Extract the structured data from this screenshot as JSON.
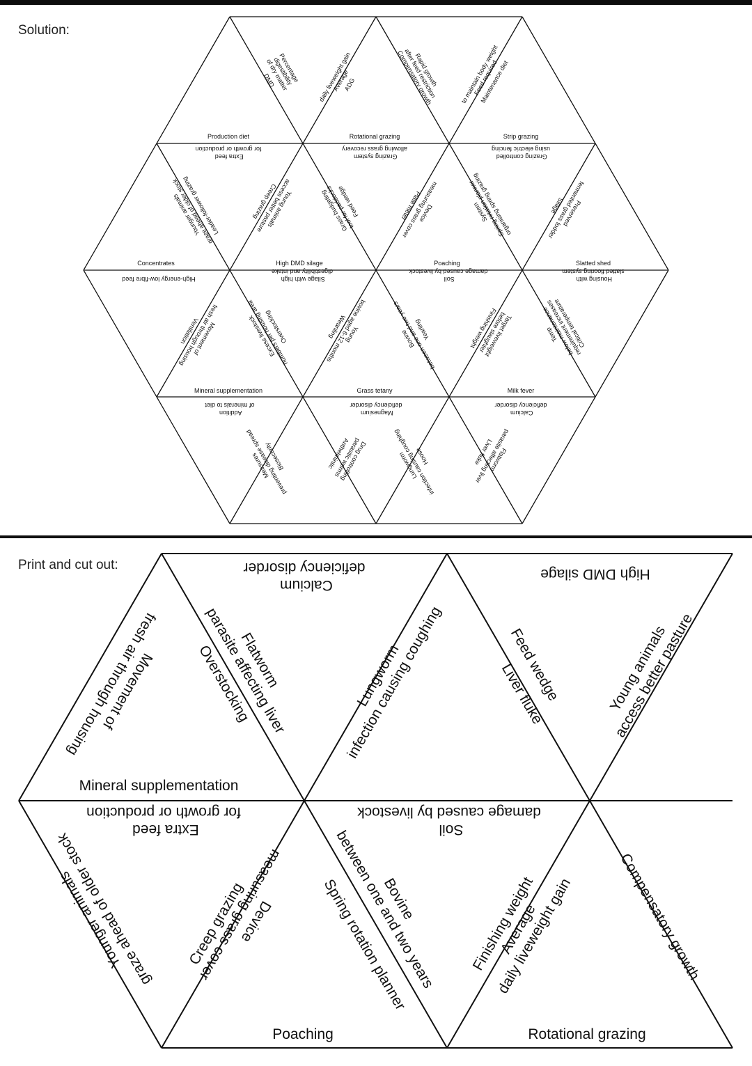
{
  "headings": {
    "solution": "Solution:",
    "cutout": "Print and cut out:"
  },
  "solution": {
    "r1": {
      "dmd": [
        "Percentage",
        "digestibility",
        "of dry matter",
        "DMD"
      ],
      "adg": [
        "daily liveweight gain",
        "Average",
        "ADG"
      ],
      "comp": [
        "Rapid growth",
        "after feed restriction",
        "Compensatory growth"
      ],
      "maint": [
        "to maintain body weight",
        "Feed required",
        "Maintenance diet"
      ],
      "production_diet": "Production diet",
      "rotational_grazing": "Rotational grazing",
      "strip_grazing": "Strip grazing"
    },
    "r2": {
      "extra_feed": [
        "Extra feed",
        "for growth or production"
      ],
      "grazing_system": [
        "Grazing system",
        "allowing grass recovery"
      ],
      "grazing_controlled": [
        "Grazing controlled",
        "using electric fencing"
      ],
      "leader_follower": [
        "Younger animals",
        "graze ahead of older stock",
        "Leader-follower grazing"
      ],
      "creep": [
        "Young animals",
        "access better pasture",
        "Creep grazing"
      ],
      "budget": [
        "Grass budgeting",
        "tool for paddocks",
        "Feed wedge"
      ],
      "plate": [
        "Device",
        "measuring grass cover",
        "Plate meter"
      ],
      "spring": [
        "System",
        "Spring rotation planner",
        "organising spring grazing"
      ],
      "silage": [
        "Preserved",
        "fermented grass fodder",
        "Silage"
      ],
      "concentrates": "Concentrates",
      "high_dmd": "High DMD silage",
      "poaching": "Poaching",
      "slatted": "Slatted shed"
    },
    "r3": {
      "high_energy": "High-energy low-fibre feed",
      "silage_high": [
        "Silage with high",
        "digestibility and intake"
      ],
      "soil_damage": [
        "Soil",
        "damage caused by livestock"
      ],
      "housing_slatted": [
        "Housing with",
        "slatted flooring system"
      ],
      "ventilation": [
        "Movement of",
        "fresh air through housing",
        "Ventilation"
      ],
      "overstocking": [
        "Excess livestock",
        "numbers per housing area",
        "Overstocking"
      ],
      "weanling": [
        "Young",
        "bovine aged 6-12 months",
        "Weanling"
      ],
      "yearling": [
        "Bovine",
        "between one and two years",
        "Yearling"
      ],
      "finishing": [
        "Target liveweight",
        "before slaughter",
        "Finishing weight"
      ],
      "critical_temp": [
        "Temp",
        "below maintenance",
        "requirement increases",
        "Critical temperature"
      ],
      "mineral": "Mineral supplementation",
      "grass_tetany": "Grass tetany",
      "milk_fever": "Milk fever"
    },
    "r4": {
      "addition": [
        "Addition",
        "of minerals to diet"
      ],
      "magnesium": [
        "Magnesium",
        "deficiency disorder"
      ],
      "calcium": [
        "Calcium",
        "deficiency disorder"
      ],
      "biosecurity": [
        "Measures",
        "preventing disease spread",
        "Biosecurity"
      ],
      "anthelmintic": [
        "Drug controlling",
        "parasitic worms",
        "Anthelmintic"
      ],
      "hoose": [
        "Lungworm",
        "infection causing coughing",
        "Hoose"
      ],
      "liver_fluke": [
        "Flatworm",
        "parasite affecting liver",
        "Liver fluke"
      ]
    }
  },
  "cutout": {
    "t1": {
      "left": [
        "Movement of",
        "fresh air through housing"
      ],
      "bottom": "Mineral supplementation"
    },
    "t2": {
      "top": [
        "Calcium",
        "deficiency disorder"
      ],
      "left": [
        "Flatworm",
        "parasite affecting liver"
      ],
      "right": "Overstocking"
    },
    "t3": {
      "left": [
        "Lungworm",
        "infection causing coughing"
      ],
      "right": "Feed wedge"
    },
    "t4": {
      "top": "High DMD silage",
      "left": "Liver fluke",
      "right": [
        "Young animals",
        "access better pasture"
      ]
    },
    "t5": {
      "top": [
        "Extra feed",
        "for growth or production"
      ],
      "left": [
        "Younger animals",
        "graze ahead of older stock"
      ],
      "right": "Creep grazing"
    },
    "t6": {
      "top": [
        "Soil",
        "damage caused by livestock"
      ],
      "left": [
        "Device",
        "measuring grass cover"
      ],
      "right": [
        "Bovine",
        "between one and two years"
      ],
      "bottom": "Poaching"
    },
    "t7": {
      "left": [
        "Spring rotation planner"
      ],
      "right": [
        "Average",
        "daily liveweight gain"
      ]
    },
    "t8": {
      "left": "Finishing weight",
      "right": "Compensatory growth",
      "bottom": "Rotational grazing"
    }
  }
}
